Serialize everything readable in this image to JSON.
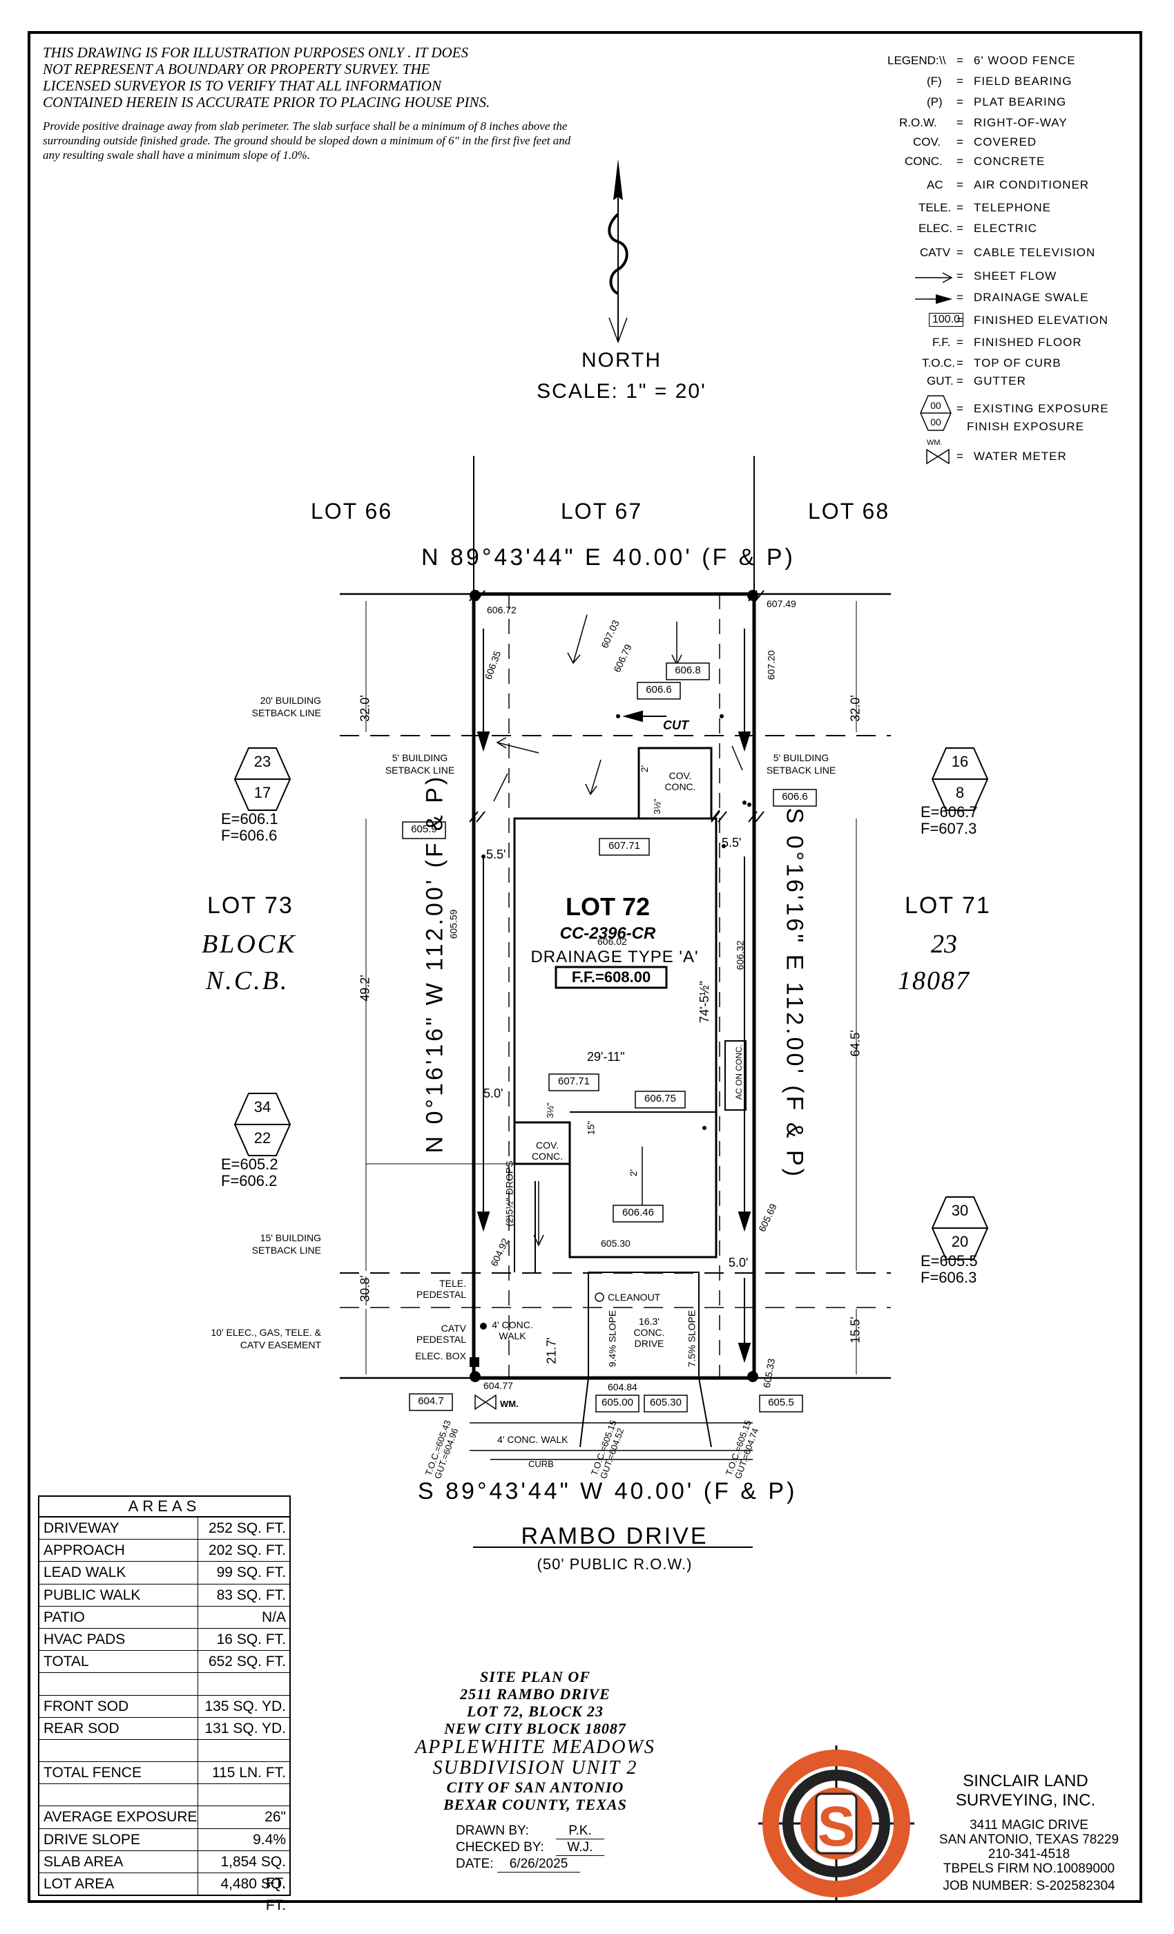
{
  "disclaimer": {
    "lines": [
      "THIS DRAWING IS FOR ILLUSTRATION PURPOSES ONLY . IT DOES",
      "NOT REPRESENT A BOUNDARY OR PROPERTY SURVEY. THE",
      "LICENSED SURVEYOR IS TO VERIFY THAT ALL INFORMATION",
      "CONTAINED HEREIN IS ACCURATE PRIOR TO PLACING HOUSE PINS."
    ],
    "drainage_note": "Provide positive drainage away from slab perimeter. The slab surface shall be a minimum of 8 inches above the surrounding outside finished grade. The ground should be sloped down a minimum of 6\" in the first five feet and any resulting swale shall have a minimum slope of 1.0%."
  },
  "legend": {
    "title": "LEGEND:",
    "items": [
      {
        "symbol": "\\\\",
        "text": "6' WOOD FENCE"
      },
      {
        "symbol": "(F)",
        "text": "FIELD BEARING"
      },
      {
        "symbol": "(P)",
        "text": "PLAT BEARING"
      },
      {
        "symbol": "R.O.W.",
        "text": "RIGHT-OF-WAY"
      },
      {
        "symbol": "COV.",
        "text": "COVERED"
      },
      {
        "symbol": "CONC.",
        "text": "CONCRETE"
      },
      {
        "symbol": "AC",
        "text": "AIR CONDITIONER"
      },
      {
        "symbol": "TELE.",
        "text": "TELEPHONE"
      },
      {
        "symbol": "ELEC.",
        "text": "ELECTRIC"
      },
      {
        "symbol": "CATV",
        "text": "CABLE TELEVISION"
      },
      {
        "symbol": "sheet-flow-arrow-icon",
        "text": "SHEET FLOW"
      },
      {
        "symbol": "drainage-swale-arrow-icon",
        "text": "DRAINAGE SWALE"
      },
      {
        "symbol": "100.0",
        "text": "FINISHED ELEVATION"
      },
      {
        "symbol": "F.F.",
        "text": "FINISHED FLOOR"
      },
      {
        "symbol": "T.O.C.",
        "text": "TOP OF CURB"
      },
      {
        "symbol": "GUT.",
        "text": "GUTTER"
      },
      {
        "symbol": "00",
        "text": "EXISTING EXPOSURE"
      },
      {
        "symbol": "00",
        "text": "FINISH EXPOSURE"
      },
      {
        "symbol": "WM.",
        "text": "WATER METER"
      }
    ]
  },
  "north": {
    "label": "NORTH",
    "scale": "SCALE: 1\" = 20'"
  },
  "plan": {
    "lots_top": [
      "LOT 66",
      "LOT 67",
      "LOT 68"
    ],
    "bearing_top": "N 89°43'44\" E 40.00' (F & P)",
    "bearing_bottom": "S 89°43'44\" W 40.00' (F & P)",
    "bearing_left": "N 0°16'16\" W 112.00' (F & P)",
    "bearing_right": "S 0°16'16\" E 112.00' (F & P)",
    "lot_left": "LOT 73",
    "block_left_1": "BLOCK",
    "block_left_2": "N.C.B.",
    "lot_right": "LOT 71",
    "block_right_1": "23",
    "block_right_2": "18087",
    "lot_main": "LOT 72",
    "plan_code": "CC-2396-CR",
    "drainage_type": "DRAINAGE TYPE 'A'",
    "finished_floor": "F.F.=608.00",
    "street": "RAMBO DRIVE",
    "row": "(50' PUBLIC R.O.W.)",
    "setback_front": "20' BUILDING SETBACK LINE",
    "setback_side_l": "5' BUILDING SETBACK LINE",
    "setback_side_r": "5' BUILDING SETBACK LINE",
    "setback_rear": "15' BUILDING SETBACK LINE",
    "easement": "10' ELEC., GAS, TELE. & CATV EASEMENT",
    "exposures": [
      {
        "exist": "23",
        "finish": "17",
        "e": "E=606.1",
        "f": "F=606.6"
      },
      {
        "exist": "16",
        "finish": "8",
        "e": "E=606.7",
        "f": "F=607.3"
      },
      {
        "exist": "34",
        "finish": "22",
        "e": "E=605.2",
        "f": "F=606.2"
      },
      {
        "exist": "30",
        "finish": "20",
        "e": "E=605.5",
        "f": "F=606.3"
      }
    ],
    "elevations": [
      "606.72",
      "607.03",
      "607.49",
      "606.35",
      "606.79",
      "607.20",
      "606.6",
      "606.8",
      "606.6",
      "605.9",
      "607.71",
      "606.02",
      "605.59",
      "606.32",
      "607.71",
      "606.75",
      "606.46",
      "605.30",
      "605.69",
      "604.92",
      "604.77",
      "604.84",
      "605.00",
      "605.30",
      "605.33",
      "604.7",
      "605.5"
    ],
    "dims": [
      "32.0'",
      "32.0'",
      "5.5'",
      "5.5'",
      "49.2'",
      "64.5'",
      "29'-11\"",
      "74'-5½\"",
      "5.0'",
      "5.0'",
      "30.8'",
      "15.5'",
      "21.7'",
      "16.3' CONC. DRIVE",
      "9.4% SLOPE",
      "7.5% SLOPE",
      "2'",
      "2'",
      "15\""
    ],
    "labels": [
      "CUT",
      "COV. CONC.",
      "COV. CONC.",
      "AC ON CONC.",
      "(2)5½\" DROPS",
      "CLEANOUT",
      "4' CONC. WALK",
      "4' CONC. WALK",
      "CURB",
      "TELE. PEDESTAL",
      "CATV PEDESTAL",
      "ELEC. BOX",
      "WM.",
      "3½\"",
      "3½\""
    ],
    "toc_left": [
      "T.O.C.=605.43",
      "GUT.=604.96"
    ],
    "toc_mid": [
      "T.O.C.=605.15",
      "GUT.=604.52"
    ],
    "toc_right": [
      "T.O.C.=605.15",
      "GUT.=604.74"
    ]
  },
  "areas": {
    "title": "AREAS",
    "rows": [
      {
        "label": "DRIVEWAY",
        "value": "252 SQ. FT."
      },
      {
        "label": "APPROACH",
        "value": "202 SQ. FT."
      },
      {
        "label": "LEAD WALK",
        "value": "99 SQ. FT."
      },
      {
        "label": "PUBLIC WALK",
        "value": "83 SQ. FT."
      },
      {
        "label": "PATIO",
        "value": "N/A"
      },
      {
        "label": "HVAC PADS",
        "value": "16 SQ. FT."
      },
      {
        "label": "TOTAL",
        "value": "652 SQ. FT."
      },
      {
        "label": "",
        "value": ""
      },
      {
        "label": "FRONT SOD",
        "value": "135 SQ. YD."
      },
      {
        "label": "REAR SOD",
        "value": "131 SQ. YD."
      },
      {
        "label": "",
        "value": ""
      },
      {
        "label": "TOTAL FENCE",
        "value": "115 LN. FT."
      },
      {
        "label": "",
        "value": ""
      },
      {
        "label": "AVERAGE EXPOSURE",
        "value": "26\""
      },
      {
        "label": "DRIVE SLOPE",
        "value": "9.4%"
      },
      {
        "label": "SLAB AREA",
        "value": "1,854 SQ. FT."
      },
      {
        "label": "LOT AREA",
        "value": "4,480 SQ. FT."
      }
    ]
  },
  "title_block": {
    "lines": [
      "SITE PLAN OF",
      "2511 RAMBO DRIVE",
      "LOT 72, BLOCK 23",
      "NEW CITY BLOCK 18087"
    ],
    "big": [
      "APPLEWHITE MEADOWS",
      "SUBDIVISION UNIT 2"
    ],
    "lines2": [
      "CITY OF SAN ANTONIO",
      "BEXAR COUNTY, TEXAS"
    ],
    "drawn_by_label": "DRAWN BY:",
    "drawn_by": "P.K.",
    "checked_by_label": "CHECKED BY:",
    "checked_by": "W.J.",
    "date_label": "DATE:",
    "date": "6/26/2025"
  },
  "company": {
    "name1": "SINCLAIR LAND",
    "name2": "SURVEYING, INC.",
    "address1": "3411 MAGIC DRIVE",
    "address2": "SAN ANTONIO, TEXAS 78229",
    "phone": "210-341-4518",
    "firm": "TBPELS FIRM NO.10089000",
    "job": "JOB NUMBER: S-202582304",
    "logo_letter": "S",
    "logo_colors": {
      "ring": "#e05a2b",
      "inner": "#222222"
    }
  }
}
